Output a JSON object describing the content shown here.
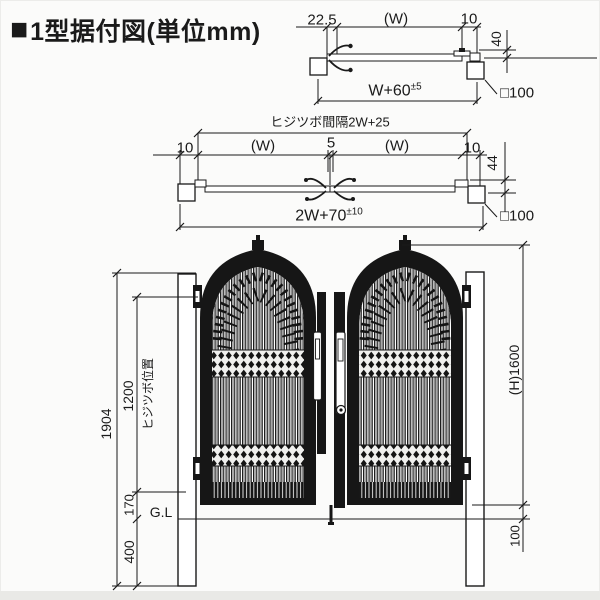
{
  "title": {
    "bullet": "■",
    "text": "1型据付図(単位mm)"
  },
  "top_view": {
    "dims": {
      "hinge_offset": "22.5",
      "leaf_width": "(W)",
      "latch_gap": "10",
      "latch_depth": "40",
      "total_base": "W+60",
      "total_tol": "±5"
    },
    "post_label": "□100"
  },
  "mid_view": {
    "hinge_span_label": "ヒジツボ間隔2W+25",
    "dims": {
      "left_gap": "10",
      "left_width": "(W)",
      "center_gap": "5",
      "right_width": "(W)",
      "right_gap": "10",
      "depth": "44",
      "total_base": "2W+70",
      "total_tol": "±10"
    },
    "post_label": "□100"
  },
  "elevation": {
    "dims": {
      "total_height": "1904",
      "hinge_span": "1200",
      "hinge_pos_label": "ヒジツボ位置",
      "above_ground": "170",
      "ground_label": "G.L",
      "embed_depth": "400",
      "gate_height": "(H)1600",
      "bottom_clearance": "100"
    }
  },
  "colors": {
    "line": "#1a1a1a",
    "gate_black": "#161616",
    "bar_gray": "#a6a6a6",
    "background": "#fbfbfa"
  }
}
